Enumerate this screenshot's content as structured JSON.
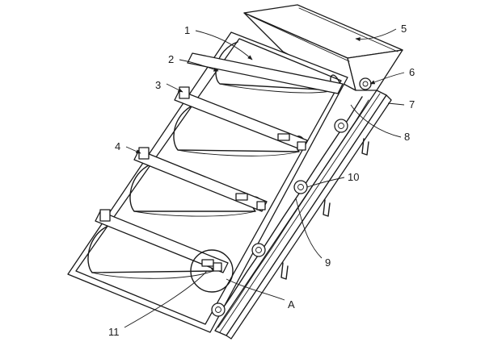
{
  "figure": {
    "labels": [
      {
        "id": "1",
        "text": "1"
      },
      {
        "id": "2",
        "text": "2"
      },
      {
        "id": "3",
        "text": "3"
      },
      {
        "id": "4",
        "text": "4"
      },
      {
        "id": "5",
        "text": "5"
      },
      {
        "id": "6",
        "text": "6"
      },
      {
        "id": "7",
        "text": "7"
      },
      {
        "id": "8",
        "text": "8"
      },
      {
        "id": "9",
        "text": "9"
      },
      {
        "id": "10",
        "text": "10"
      },
      {
        "id": "11",
        "text": "11"
      },
      {
        "id": "A",
        "text": "A"
      }
    ],
    "colors": {
      "ink": "#1a1a1a",
      "paper": "#ffffff"
    }
  }
}
